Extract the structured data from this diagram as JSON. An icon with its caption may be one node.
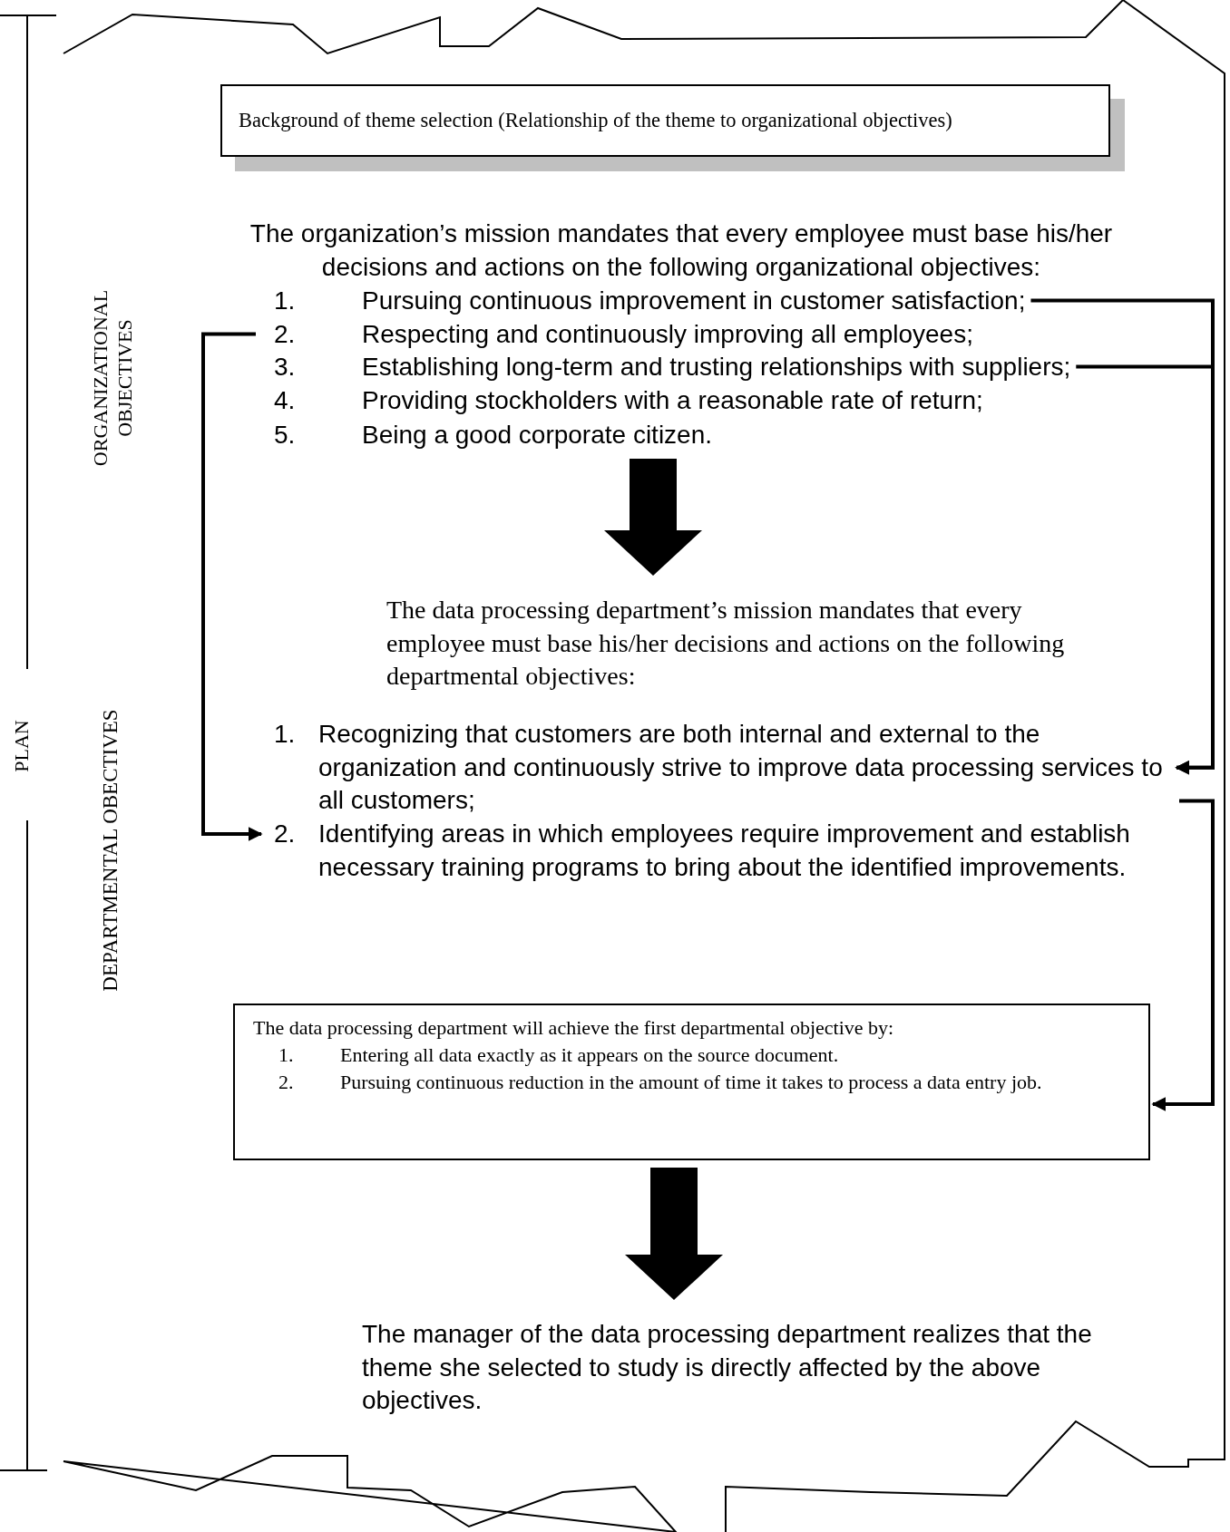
{
  "diagram": {
    "nodes": [
      {
        "text": [
          "Background of theme selection (Relationship of the theme to organizational objectives)"
        ]
      },
      {
        "text": [
          "The organization’s mission mandates that every employee must base his/her decisions and actions on the following organizational objectives:"
        ]
      },
      {
        "text": [
          "1.",
          "Pursuing continuous improvement in customer satisfaction;"
        ]
      },
      {
        "text": [
          "2.",
          "Respecting and continuously improving all employees;"
        ]
      },
      {
        "text": [
          "3.",
          "Establishing long-term and trusting relationships with suppliers;"
        ]
      },
      {
        "text": [
          "4.",
          "Providing stockholders with a reasonable rate of return;"
        ]
      },
      {
        "text": [
          "5.",
          "Being a good corporate citizen."
        ]
      },
      {
        "text": [
          "The data processing department’s mission mandates that every employee must base his/her decisions and actions on the following departmental objectives:"
        ]
      },
      {
        "text": [
          "1.",
          "Recognizing that customers are both internal and external to the organization and continuously strive to improve data processing services to all customers;"
        ]
      },
      {
        "text": [
          "2.",
          "Identifying areas in which employees require improvement and establish necessary training programs to bring about the identified improvements."
        ]
      },
      {
        "text": [
          "The data processing department will achieve the first departmental objective by:",
          "1.",
          "Entering all data exactly as it appears on the source document.",
          "2.",
          "Pursuing continuous reduction in the amount of time it takes to process a data entry job."
        ]
      },
      {
        "text": [
          "The manager of the data processing department realizes that the theme she selected to study is directly affected by the above objectives."
        ]
      }
    ],
    "edges": [
      {
        "from": 2,
        "to": 8,
        "arrow": "to"
      },
      {
        "from": 4,
        "to": 8,
        "arrow": "to"
      },
      {
        "from": 3,
        "to": 9,
        "arrow": "to"
      },
      {
        "from": 8,
        "to": 10,
        "arrow": "to"
      },
      {
        "from": 6,
        "to": 7,
        "arrow": "to",
        "style": "thick"
      },
      {
        "from": 10,
        "to": 11,
        "arrow": "to",
        "style": "thick"
      }
    ],
    "labels": [
      "ORGANIZATIONAL OBJECTIVES",
      "DEPARTMENTAL OBECTIVES",
      "PLAN"
    ]
  }
}
